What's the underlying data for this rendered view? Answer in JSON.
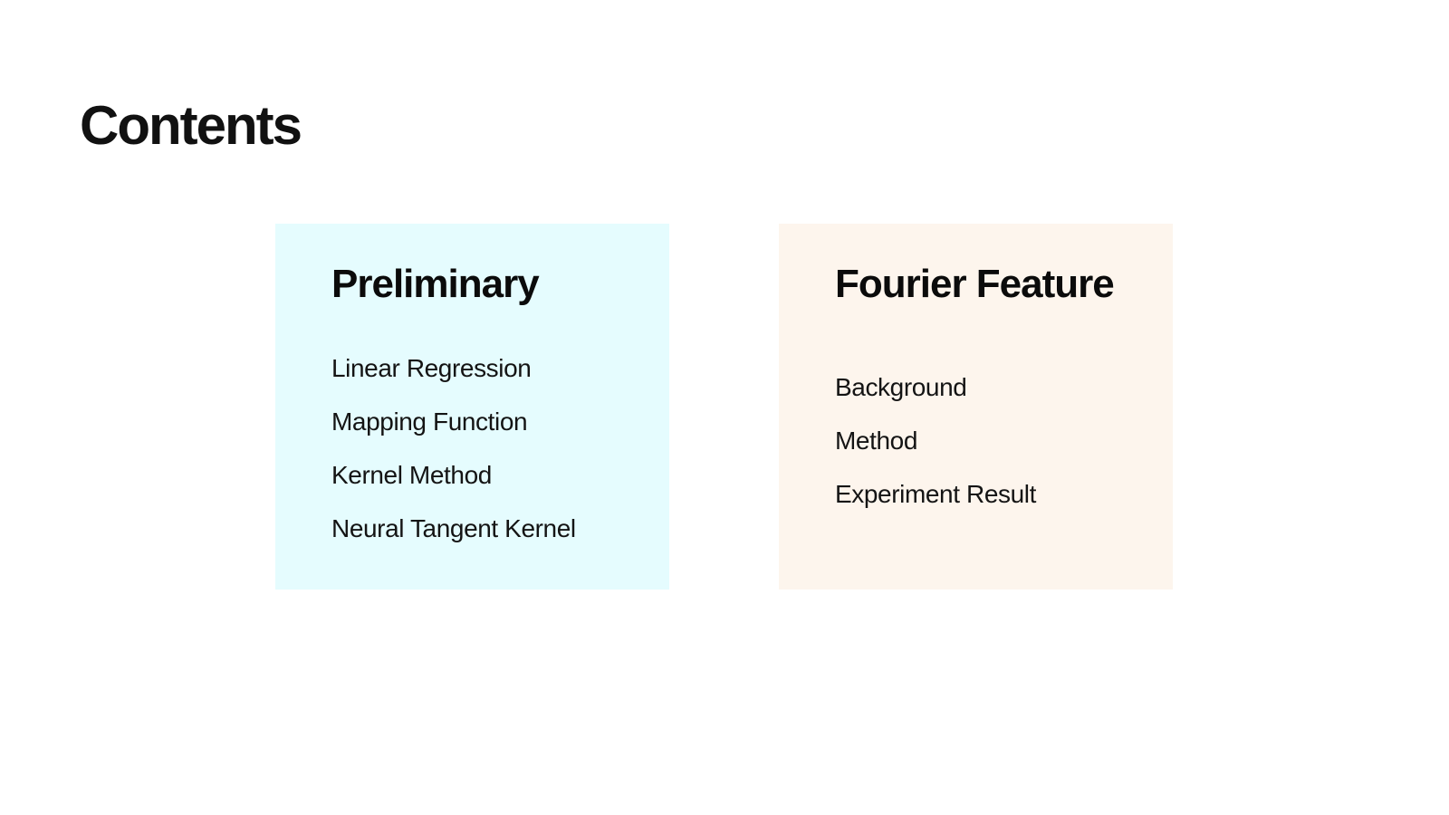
{
  "slide": {
    "title": "Contents",
    "colors": {
      "page_bg": "#FFFFFF",
      "preliminary_card_bg": "#E5FCFE",
      "fourier_card_bg": "#FDF5ED",
      "text": "#111111"
    },
    "cards": [
      {
        "heading": "Preliminary",
        "items": [
          "Linear Regression",
          "Mapping Function",
          "Kernel Method",
          "Neural Tangent Kernel"
        ]
      },
      {
        "heading": "Fourier Feature",
        "items": [
          "Background",
          "Method",
          "Experiment Result"
        ]
      }
    ]
  }
}
